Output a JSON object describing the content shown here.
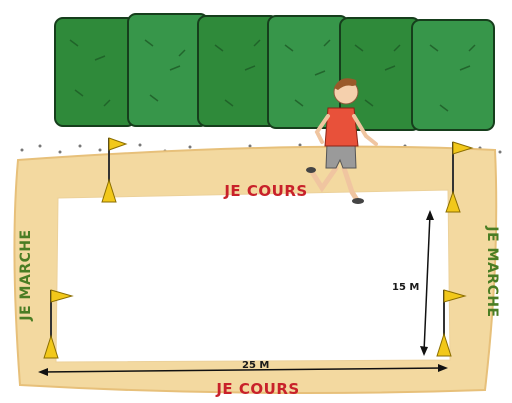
{
  "labels": {
    "top": "JE COURS",
    "bottom": "JE COURS",
    "left": "JE MARCHE",
    "right": "JE MARCHE"
  },
  "dimensions": {
    "height": "15 M",
    "width": "25 M"
  },
  "colors": {
    "track": "#f3d9a0",
    "hedge": "#2f8a3a",
    "shirt": "#e8513a",
    "shorts": "#9a9a9a",
    "cone": "#f2c81a",
    "flag": "#f2c81a",
    "red_text": "#c8212a",
    "green_text": "#4a7d24"
  }
}
